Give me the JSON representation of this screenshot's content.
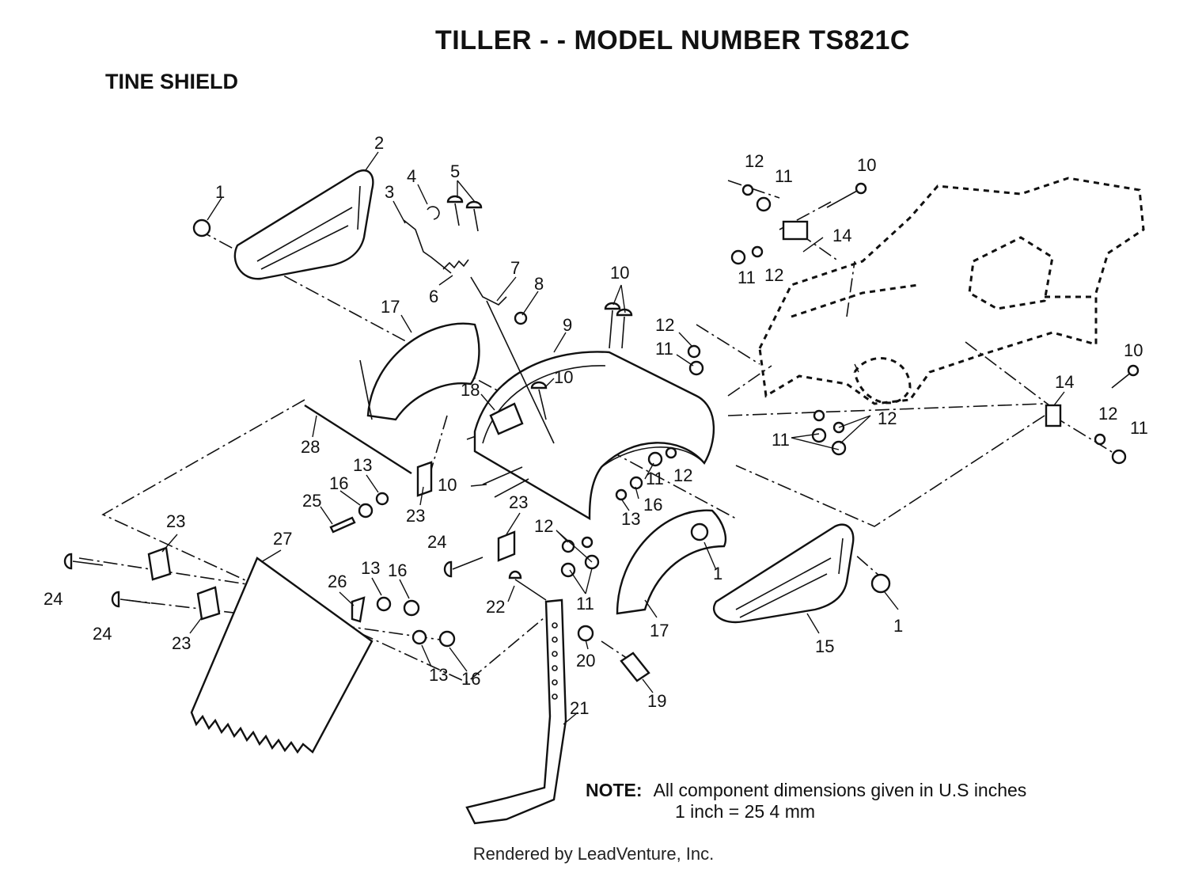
{
  "header": {
    "title": "TILLER - - MODEL NUMBER TS821C",
    "section": "TINE SHIELD"
  },
  "callouts": [
    {
      "id": "c1a",
      "text": "1"
    },
    {
      "id": "c2",
      "text": "2"
    },
    {
      "id": "c3",
      "text": "3"
    },
    {
      "id": "c4",
      "text": "4"
    },
    {
      "id": "c5",
      "text": "5"
    },
    {
      "id": "c6",
      "text": "6"
    },
    {
      "id": "c7",
      "text": "7"
    },
    {
      "id": "c8",
      "text": "8"
    },
    {
      "id": "c9",
      "text": "9"
    },
    {
      "id": "c10a",
      "text": "10"
    },
    {
      "id": "c10b",
      "text": "10"
    },
    {
      "id": "c10c",
      "text": "10"
    },
    {
      "id": "c10d",
      "text": "10"
    },
    {
      "id": "c10e",
      "text": "10"
    },
    {
      "id": "c12a",
      "text": "12"
    },
    {
      "id": "c11a",
      "text": "11"
    },
    {
      "id": "c11b",
      "text": "11"
    },
    {
      "id": "c12b",
      "text": "12"
    },
    {
      "id": "c14a",
      "text": "14"
    },
    {
      "id": "c12c",
      "text": "12"
    },
    {
      "id": "c11c",
      "text": "11"
    },
    {
      "id": "c17a",
      "text": "17"
    },
    {
      "id": "c18",
      "text": "18"
    },
    {
      "id": "c28",
      "text": "28"
    },
    {
      "id": "c13a",
      "text": "13"
    },
    {
      "id": "c16a",
      "text": "16"
    },
    {
      "id": "c25",
      "text": "25"
    },
    {
      "id": "c23a",
      "text": "23"
    },
    {
      "id": "c23b",
      "text": "23"
    },
    {
      "id": "c11d",
      "text": "11"
    },
    {
      "id": "c12d",
      "text": "12"
    },
    {
      "id": "c13b",
      "text": "13"
    },
    {
      "id": "c16b",
      "text": "16"
    },
    {
      "id": "c12e",
      "text": "12"
    },
    {
      "id": "c11e",
      "text": "11"
    },
    {
      "id": "c14b",
      "text": "14"
    },
    {
      "id": "c12f",
      "text": "12"
    },
    {
      "id": "c11f",
      "text": "11"
    },
    {
      "id": "c12g",
      "text": "12"
    },
    {
      "id": "c11g",
      "text": "11"
    },
    {
      "id": "c23c",
      "text": "23"
    },
    {
      "id": "c27",
      "text": "27"
    },
    {
      "id": "c24a",
      "text": "24"
    },
    {
      "id": "c24b",
      "text": "24"
    },
    {
      "id": "c24c",
      "text": "24"
    },
    {
      "id": "c23d",
      "text": "23"
    },
    {
      "id": "c26",
      "text": "26"
    },
    {
      "id": "c13c",
      "text": "13"
    },
    {
      "id": "c16c",
      "text": "16"
    },
    {
      "id": "c13d",
      "text": "13"
    },
    {
      "id": "c16d",
      "text": "16"
    },
    {
      "id": "c22",
      "text": "22"
    },
    {
      "id": "c20",
      "text": "20"
    },
    {
      "id": "c19",
      "text": "19"
    },
    {
      "id": "c21",
      "text": "21"
    },
    {
      "id": "c1b",
      "text": "1"
    },
    {
      "id": "c17b",
      "text": "17"
    },
    {
      "id": "c15",
      "text": "15"
    },
    {
      "id": "c1c",
      "text": "1"
    }
  ],
  "note": {
    "label": "NOTE:",
    "line1": "All component dimensions given in U.S  inches",
    "line2": "1 inch = 25 4 mm"
  },
  "footer": "Rendered by LeadVenture, Inc."
}
